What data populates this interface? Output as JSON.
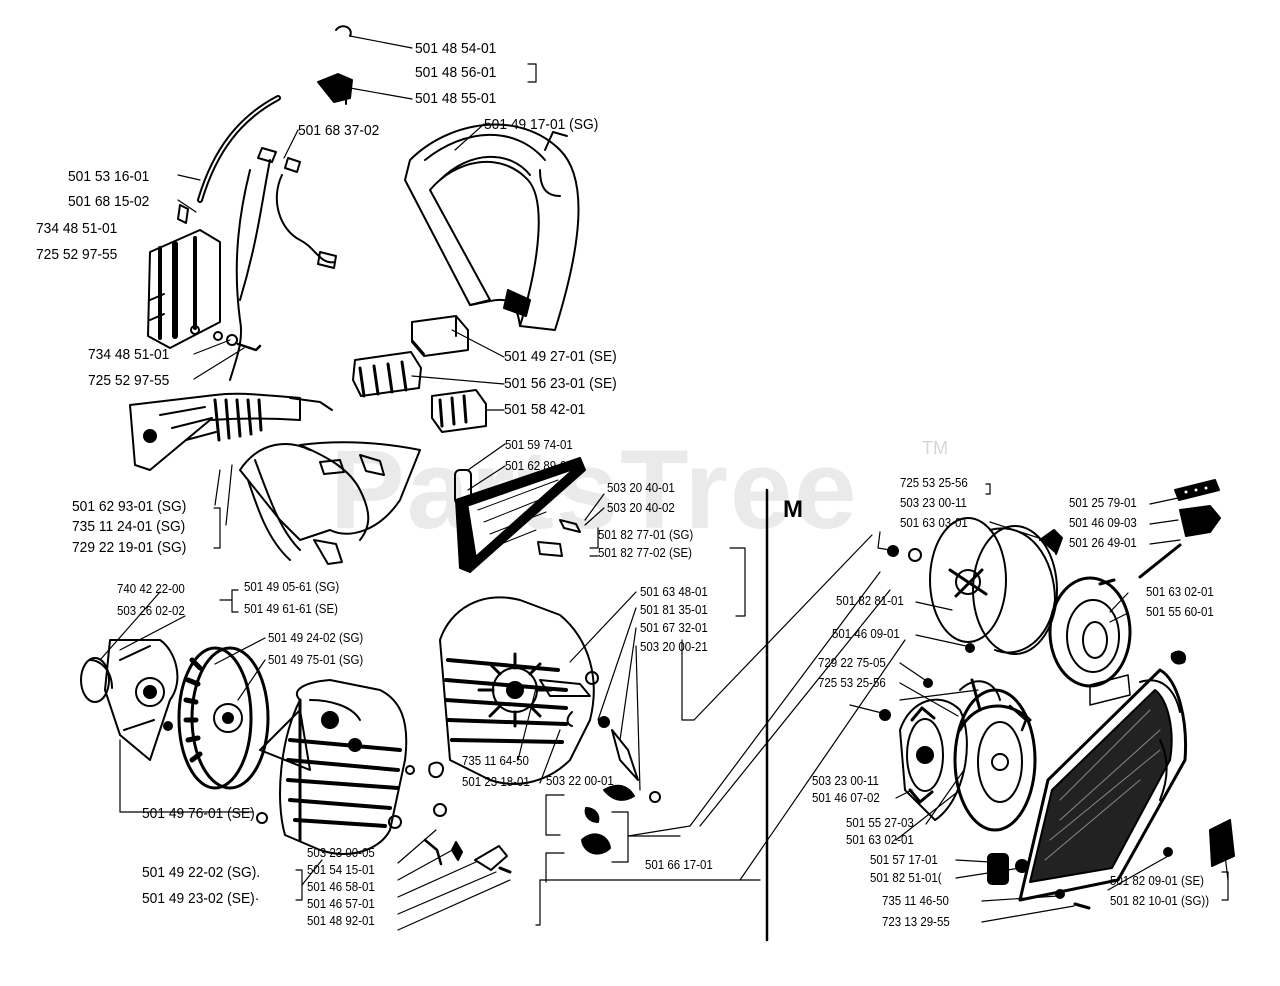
{
  "watermark": {
    "text": "PartsTree",
    "tm": "TM"
  },
  "section_marker": "M",
  "labels": [
    "501 48 54-01",
    "501 48 56-01",
    "501 48 55-01",
    "501 68 37-02",
    "501 49 17-01 (SG)",
    "501 53 16-01",
    "501 68 15-02",
    "734 48 51-01",
    "725 52 97-55",
    "734 48 51-01",
    "725 52 97-55",
    "501 49 27-01 (SE)",
    "501 56 23-01 (SE)",
    "501 58 42-01",
    "501 59 74-01",
    "501 62 89-01",
    "503 20 40-01",
    "503 20 40-02",
    "501 82 77-01 (SG)",
    "501 82 77-02 (SE)",
    "501 62 93-01 (SG)",
    "735 11 24-01 (SG)",
    "729 22 19-01 (SG)",
    "740 42 22-00",
    "503 26 02-02",
    "501 49 05-61 (SG)",
    "501 49 61-61 (SE)",
    "501 49 24-02 (SG)",
    "501 49 75-01 (SG)",
    "501 63 48-01",
    "501 81 35-01",
    "501 67 32-01",
    "503 20 00-21",
    "735 11 64-50",
    "501 23 18-01",
    "503 22 00-01",
    "501 49 76-01 (SE)",
    "503 23 00-05",
    "501 54 15-01",
    "501 46 58-01",
    "501 46 57-01",
    "501 48 92-01",
    "501 49 22-02 (SG).",
    "501 49 23-02 (SE)·",
    "501 66 17-01",
    "725 53 25-56",
    "503 23 00-11",
    "501 63 03-01",
    "501 25 79-01",
    "501 46 09-03",
    "501 26 49-01",
    "501 82 81-01",
    "501 46 09-01",
    "729 22 75-05",
    "725 53 25-56",
    "501 63 02-01",
    "501 55 60-01",
    "503 23 00-11",
    "501 46 07-02",
    "501 55 27-03",
    "501 63 02-01",
    "501 57 17-01",
    "501 82 51-01(",
    "735 11 46-50",
    "723 13 29-55",
    "501 82 09-01 (SE)",
    "501 82 10-01 (SG))"
  ]
}
